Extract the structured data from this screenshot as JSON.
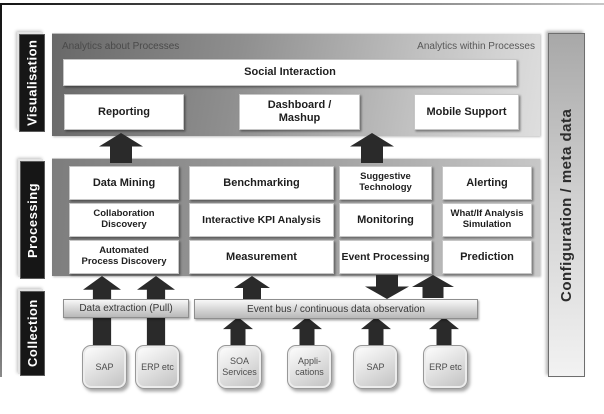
{
  "sidebar": {
    "label": "Configuration / meta data"
  },
  "visualisation": {
    "layer_label": "Visualisation",
    "analytics_about": "Analytics about Processes",
    "analytics_within": "Analytics within Processes",
    "social_interaction": "Social Interaction",
    "reporting": "Reporting",
    "dashboard": "Dashboard /\nMashup",
    "mobile_support": "Mobile Support"
  },
  "processing": {
    "layer_label": "Processing",
    "cells": [
      "Data Mining",
      "Collaboration\nDiscovery",
      "Automated\nProcess Discovery",
      "Benchmarking",
      "Interactive KPI Analysis",
      "Measurement",
      "Suggestive\nTechnology",
      "Monitoring",
      "Event Processing",
      "Alerting",
      "What/If Analysis\nSimulation",
      "Prediction"
    ]
  },
  "collection": {
    "layer_label": "Collection",
    "pull_bar": "Data extraction (Pull)",
    "event_bar": "Event bus / continuous data observation",
    "sources": [
      "SAP",
      "ERP etc",
      "SOA\nServices",
      "Appli-\ncations",
      "SAP",
      "ERP etc"
    ]
  },
  "colors": {
    "arrow": "#2a2a2a",
    "layer_label_bg": "#161616",
    "panel_dark": "#7d7d7d",
    "panel_light": "#dedede"
  }
}
